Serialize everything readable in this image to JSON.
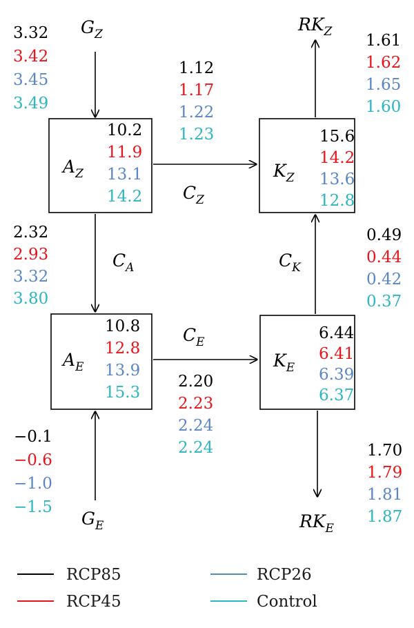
{
  "colors": {
    "RCP85": "#000000",
    "RCP45": "#e8141a",
    "RCP26": "#5a86c5",
    "Control": "#2bb6c0"
  },
  "boxes": {
    "AZ": {
      "main": "A",
      "sub": "Z",
      "values": [
        "10.2",
        "11.9",
        "13.1",
        "14.2"
      ]
    },
    "KZ": {
      "main": "K",
      "sub": "Z",
      "values": [
        "15.6",
        "14.2",
        "13.6",
        "12.8"
      ]
    },
    "AE": {
      "main": "A",
      "sub": "E",
      "values": [
        "10.8",
        "12.8",
        "13.9",
        "15.3"
      ]
    },
    "KE": {
      "main": "K",
      "sub": "E",
      "values": [
        "6.44",
        "6.41",
        "6.39",
        "6.37"
      ]
    }
  },
  "flows": {
    "GZ": {
      "main": "G",
      "sub": "Z",
      "values": [
        "3.32",
        "3.42",
        "3.45",
        "3.49"
      ]
    },
    "CZ": {
      "main": "C",
      "sub": "Z",
      "values": [
        "1.12",
        "1.17",
        "1.22",
        "1.23"
      ]
    },
    "RKZ": {
      "main": "RK",
      "sub": "Z",
      "values": [
        "1.61",
        "1.62",
        "1.65",
        "1.60"
      ]
    },
    "CA": {
      "main": "C",
      "sub": "A",
      "values": [
        "2.32",
        "2.93",
        "3.32",
        "3.80"
      ]
    },
    "CK": {
      "main": "C",
      "sub": "K",
      "values": [
        "0.49",
        "0.44",
        "0.42",
        "0.37"
      ]
    },
    "CE": {
      "main": "C",
      "sub": "E",
      "values": [
        "2.20",
        "2.23",
        "2.24",
        "2.24"
      ]
    },
    "GE": {
      "main": "G",
      "sub": "E",
      "values": [
        "−0.1",
        "−0.6",
        "−1.0",
        "−1.5"
      ]
    },
    "RKE": {
      "main": "RK",
      "sub": "E",
      "values": [
        "1.70",
        "1.79",
        "1.81",
        "1.87"
      ]
    }
  },
  "legend": [
    {
      "label": "RCP85",
      "color": "#000000"
    },
    {
      "label": "RCP45",
      "color": "#e8141a"
    },
    {
      "label": "RCP26",
      "color": "#5a86c5"
    },
    {
      "label": "Control",
      "color": "#2bb6c0"
    }
  ]
}
